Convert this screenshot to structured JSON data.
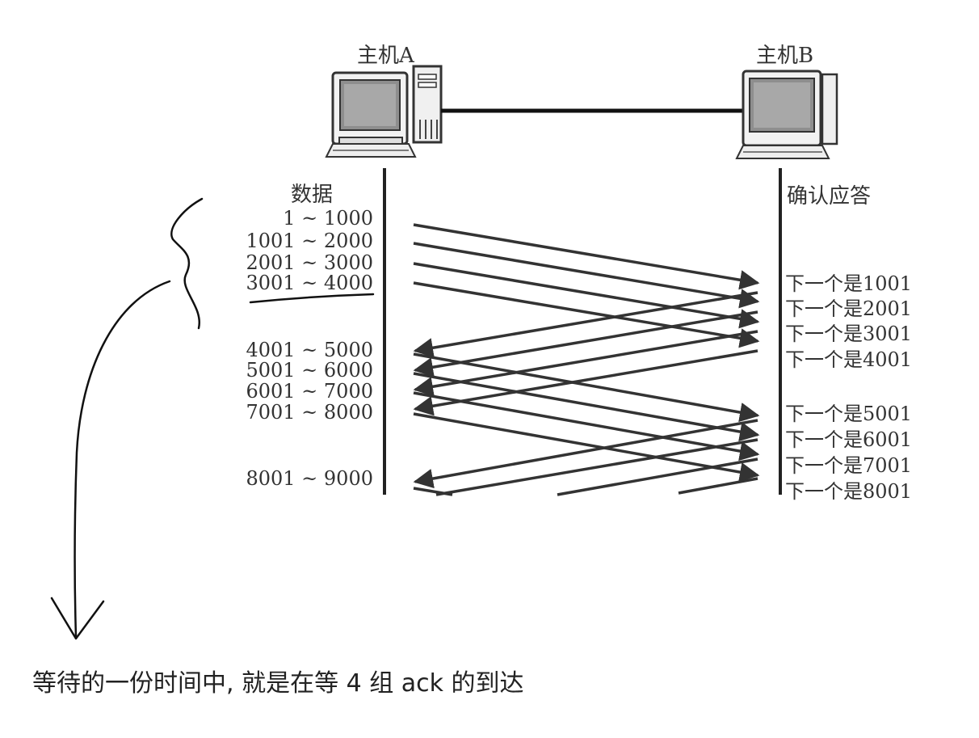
{
  "hosts": {
    "a_label": "主机A",
    "b_label": "主机B"
  },
  "columns": {
    "left_header": "数据",
    "right_header": "确认应答"
  },
  "segments": [
    "1 ~ 1000",
    "1001 ~ 2000",
    "2001 ~ 3000",
    "3001 ~ 4000",
    "4001 ~ 5000",
    "5001 ~ 6000",
    "6001 ~ 7000",
    "7001 ~ 8000",
    "8001 ~ 9000"
  ],
  "acks": [
    "下一个是1001",
    "下一个是2001",
    "下一个是3001",
    "下一个是4001",
    "下一个是5001",
    "下一个是6001",
    "下一个是7001",
    "下一个是8001"
  ],
  "annotation": {
    "caption": "等待的一份时间中, 就是在等 4 组 ack 的到达"
  }
}
